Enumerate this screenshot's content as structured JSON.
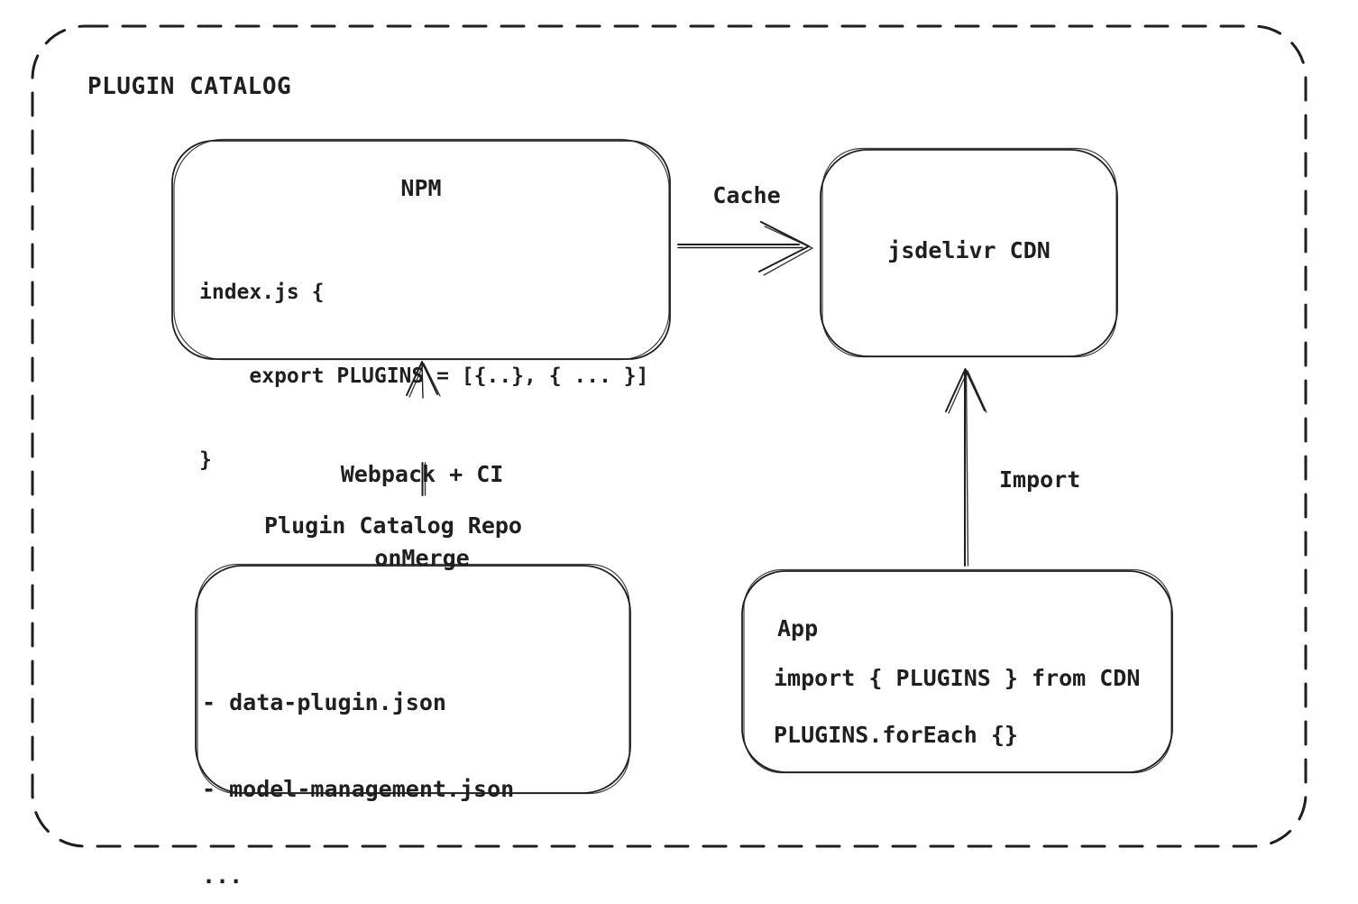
{
  "colors": {
    "stroke": "#1e1e1e",
    "text": "#1f1f1f",
    "background": "#ffffff"
  },
  "frame": {
    "title": "PLUGIN CATALOG"
  },
  "nodes": {
    "npm": {
      "title": "NPM",
      "code_lines": [
        "index.js {",
        "    export PLUGINS = [{..}, { ... }]",
        "}"
      ]
    },
    "cdn": {
      "label": "jsdelivr CDN"
    },
    "repo": {
      "label": "Plugin Catalog Repo",
      "list_lines": [
        "- data-plugin.json",
        "- model-management.json",
        "..."
      ]
    },
    "app": {
      "title": "App",
      "code_lines": [
        "import { PLUGINS } from CDN",
        "PLUGINS.forEach {}"
      ]
    }
  },
  "edges": {
    "cache": {
      "label": "Cache",
      "from": "NPM",
      "to": "jsdelivr CDN"
    },
    "build": {
      "label_lines": [
        "Webpack + CI",
        "onMerge"
      ],
      "from": "Plugin Catalog Repo",
      "to": "NPM"
    },
    "import": {
      "label": "Import",
      "from": "App",
      "to": "jsdelivr CDN"
    }
  }
}
